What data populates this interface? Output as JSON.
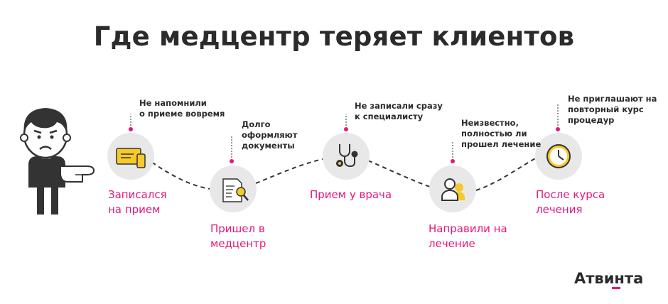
{
  "title": "Где медцентр теряет клиентов",
  "colors": {
    "accent": "#e6177a",
    "circle": "#e8e8e8",
    "dark": "#2b2b2b",
    "yellow": "#f7c92b"
  },
  "steps": [
    {
      "label": [
        "Записался",
        "на прием"
      ],
      "note": [
        "Не напомнили",
        "о приеме вовремя"
      ],
      "icon": "ticket-icon"
    },
    {
      "label": [
        "Пришел в",
        "медцентр"
      ],
      "note": [
        "Долго",
        "оформляют",
        "документы"
      ],
      "icon": "document-search-icon"
    },
    {
      "label": [
        "Прием у врача"
      ],
      "note": [
        "Не записали сразу",
        "к специалисту"
      ],
      "icon": "stethoscope-icon"
    },
    {
      "label": [
        "Направили на",
        "лечение"
      ],
      "note": [
        "Неизвестно,",
        "полностью ли",
        "прошел лечение"
      ],
      "icon": "users-icon"
    },
    {
      "label": [
        "После курса",
        "лечения"
      ],
      "note": [
        "Не приглашают на",
        "повторный курс",
        "процедур"
      ],
      "icon": "clock-icon"
    }
  ],
  "logo": "Атвинта"
}
